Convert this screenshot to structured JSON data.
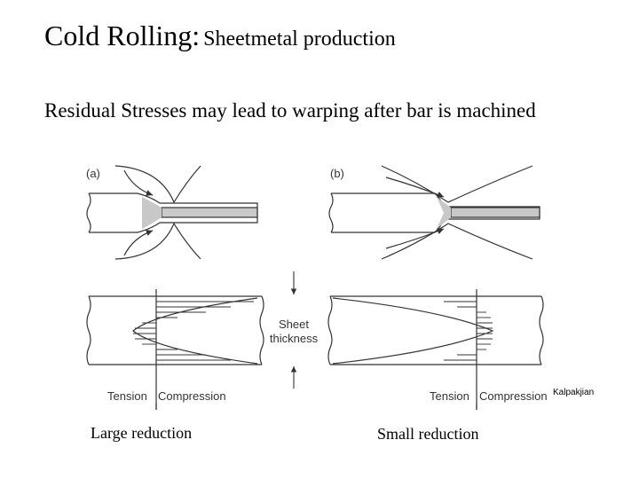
{
  "title": {
    "main": "Cold Rolling:",
    "sub": "Sheetmetal production"
  },
  "subtitle": "Residual Stresses may lead to warping after bar is machined",
  "figure": {
    "label_a": "(a)",
    "label_b": "(b)",
    "sheet_thickness_line1": "Sheet",
    "sheet_thickness_line2": "thickness",
    "tension_left": "Tension",
    "compression_left": "Compression",
    "tension_right": "Tension",
    "compression_right": "Compression",
    "credit": "Kalpakjian"
  },
  "captions": {
    "left": "Large reduction",
    "right": "Small reduction"
  }
}
